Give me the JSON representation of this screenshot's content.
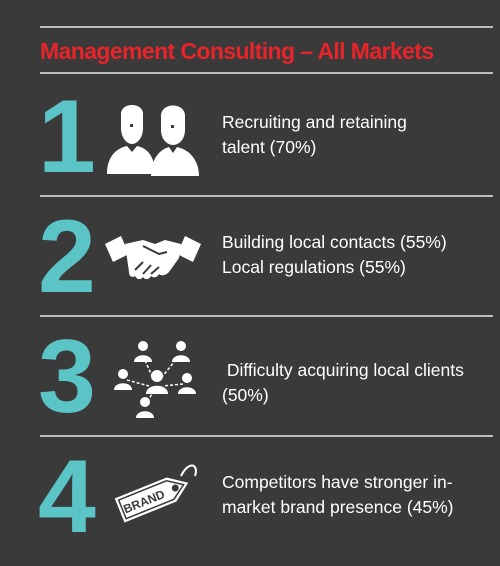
{
  "header": {
    "title": "Management Consulting – All Markets"
  },
  "colors": {
    "background": "#3a3a3a",
    "title": "#e8242a",
    "number": "#5bc4c6",
    "rule": "#bdbdbd",
    "text": "#ffffff"
  },
  "items": [
    {
      "number": "1",
      "icon": "two-people-icon",
      "lines": [
        "Recruiting and retaining",
        "talent (70%)"
      ]
    },
    {
      "number": "2",
      "icon": "handshake-icon",
      "lines": [
        "Building local contacts (55%)",
        "Local regulations (55%)"
      ]
    },
    {
      "number": "3",
      "icon": "network-people-icon",
      "lines": [
        " Difficulty acquiring local clients",
        "(50%)"
      ]
    },
    {
      "number": "4",
      "icon": "brand-tag-icon",
      "lines": [
        "Competitors have stronger in-",
        "market brand presence (45%)"
      ],
      "tag_text": "BRAND"
    }
  ]
}
